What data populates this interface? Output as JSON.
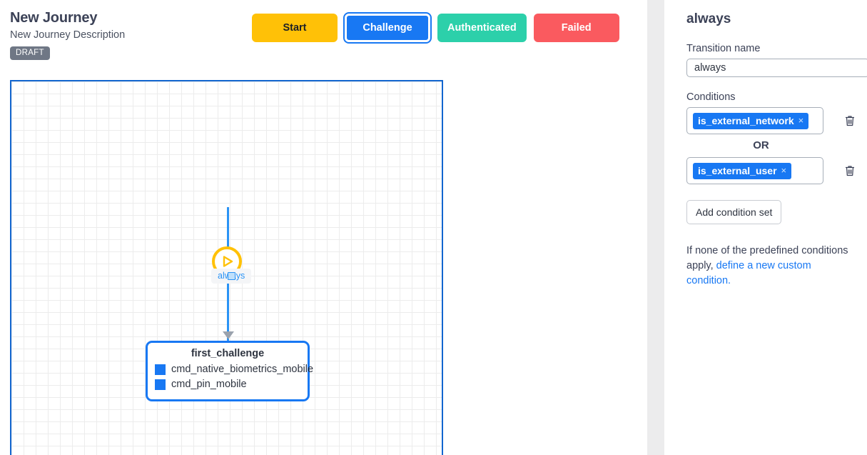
{
  "header": {
    "title": "New Journey",
    "description": "New Journey Description",
    "badge": "DRAFT",
    "state_buttons": [
      {
        "label": "Start",
        "bg": "#ffc107",
        "fg": "#1d2026",
        "selected": false
      },
      {
        "label": "Challenge",
        "bg": "#1878f3",
        "fg": "#ffffff",
        "selected": true
      },
      {
        "label": "Authenticated",
        "bg": "#2cd0aa",
        "fg": "#ffffff",
        "selected": false
      },
      {
        "label": "Failed",
        "bg": "#fa5a5f",
        "fg": "#ffffff",
        "selected": false
      }
    ]
  },
  "canvas": {
    "start_node": {
      "icon": "play-icon",
      "ring_color": "#ffc107"
    },
    "edge": {
      "label": "always",
      "color": "#2a93f5"
    },
    "node": {
      "title": "first_challenge",
      "items": [
        {
          "label": "cmd_native_biometrics_mobile",
          "color": "#1878f3"
        },
        {
          "label": "cmd_pin_mobile",
          "color": "#1878f3"
        }
      ],
      "border_color": "#1878f3"
    }
  },
  "panel": {
    "title": "always",
    "transition_name_label": "Transition name",
    "transition_name_value": "always",
    "conditions_label": "Conditions",
    "condition_sets": [
      {
        "tag": "is_external_network",
        "remove_icon": "×",
        "delete_icon": "trash-icon"
      },
      {
        "tag": "is_external_user",
        "remove_icon": "×",
        "delete_icon": "trash-icon"
      }
    ],
    "or_label": "OR",
    "add_condition_set_label": "Add condition set",
    "hint_text": "If none of the predefined conditions apply, ",
    "hint_link": "define a new custom condition.",
    "accent": "#1878f3"
  }
}
